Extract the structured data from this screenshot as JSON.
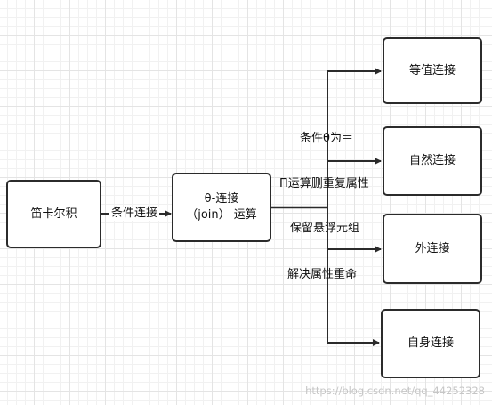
{
  "nodes": {
    "cartesian": "笛卡尔积",
    "theta_join_line1": "θ-连接",
    "theta_join_line2": "（join）  运算",
    "equi_join": "等值连接",
    "natural_join": "自然连接",
    "outer_join": "外连接",
    "self_join": "自身连接"
  },
  "edges": {
    "condition_join": "条件连接",
    "theta_is_equal": "条件θ为＝",
    "projection_remove_dup": "Π运算删重复属性",
    "keep_dangling": "保留悬浮元组",
    "resolve_rename": "解决属性重命"
  },
  "watermark": "https://blog.csdn.net/qq_44252328"
}
